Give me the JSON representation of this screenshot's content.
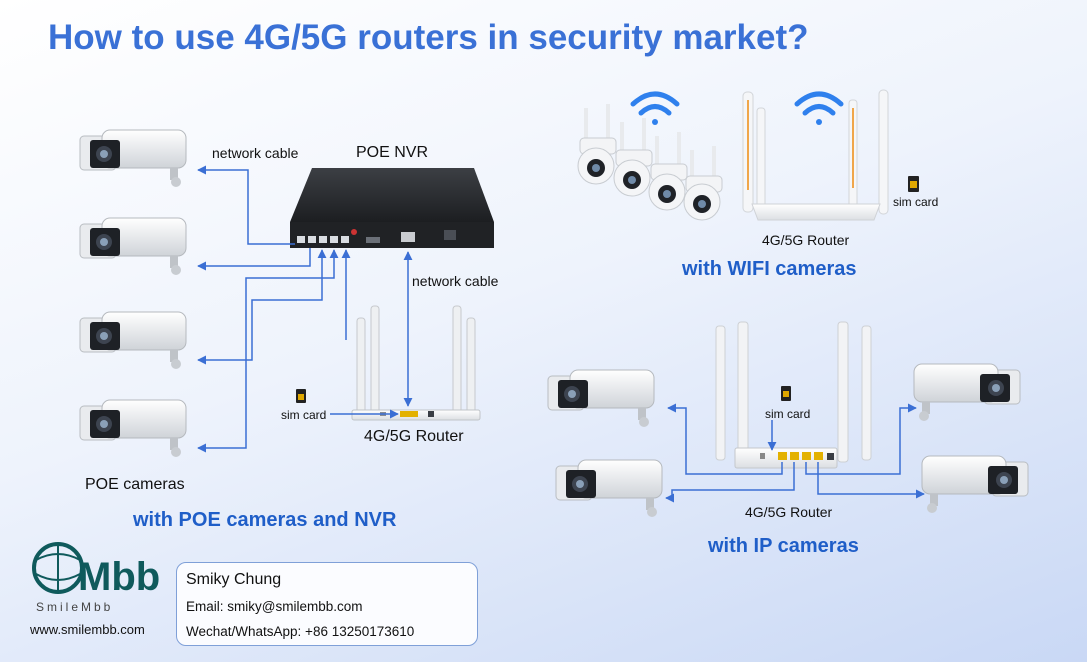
{
  "title": "How to use 4G/5G routers in security market?",
  "labels": {
    "network_cable_top": "network cable",
    "poe_nvr": "POE NVR",
    "network_cable_right": "network cable",
    "sim_card_left": "sim card",
    "router_left": "4G/5G Router",
    "poe_cameras": "POE cameras",
    "sim_card_wifi": "sim card",
    "router_wifi": "4G/5G Router",
    "sim_card_ip": "sim card",
    "router_ip": "4G/5G Router"
  },
  "sections": {
    "poe_nvr": "with POE cameras and NVR",
    "wifi": "with WIFI cameras",
    "ip": "with IP cameras"
  },
  "contact": {
    "name": "Smiky Chung",
    "email": "Email: smiky@smilembb.com",
    "wechat": "Wechat/WhatsApp: +86 13250173610"
  },
  "logo": {
    "brand": "SmileMbb",
    "website": "www.smilembb.com"
  },
  "colors": {
    "title": "#3a71d6",
    "section": "#1f5ec8",
    "arrow": "#3b6fd4",
    "wifi": "#2f80ed"
  }
}
